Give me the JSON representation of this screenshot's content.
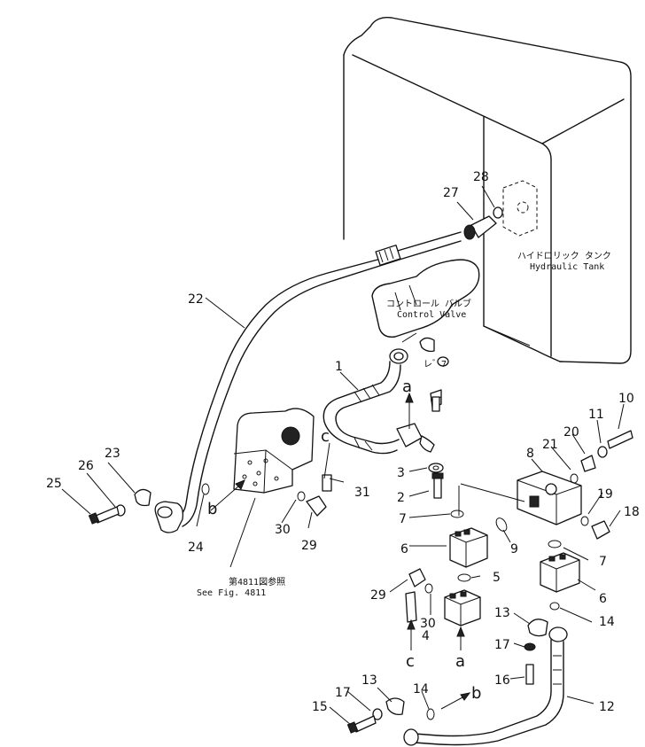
{
  "annotations": {
    "tank_jp": "ハイドロリック タンク",
    "tank_en": "Hydraulic Tank",
    "valve_jp": "コントロール バルブ",
    "valve_en": "Control Valve",
    "see_jp": "第4811図参照",
    "see_en": "See Fig. 4811",
    "view_jp": "レ゛7"
  },
  "callouts": [
    "1",
    "2",
    "3",
    "4",
    "5",
    "6",
    "6",
    "7",
    "7",
    "8",
    "9",
    "10",
    "11",
    "12",
    "13",
    "13",
    "14",
    "14",
    "15",
    "16",
    "17",
    "17",
    "18",
    "19",
    "20",
    "21",
    "22",
    "23",
    "24",
    "25",
    "26",
    "27",
    "28",
    "29",
    "29",
    "30",
    "30",
    "31"
  ],
  "connection_letters": [
    "a",
    "a",
    "b",
    "b",
    "c",
    "c"
  ]
}
